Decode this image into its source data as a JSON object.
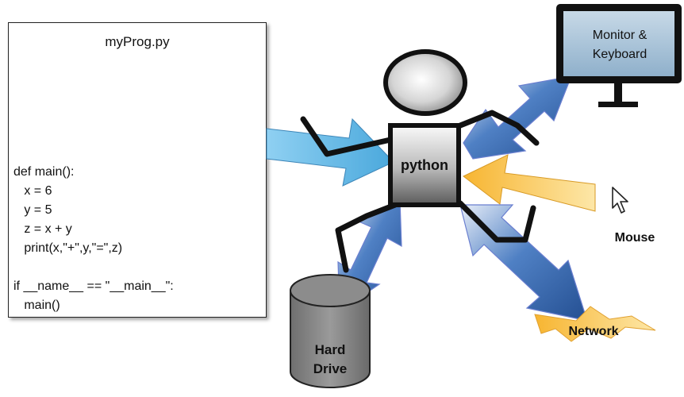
{
  "program": {
    "filename": "myProg.py",
    "code_lines": [
      "def main():",
      "   x = 6",
      "   y = 5",
      "   z = x + y",
      "   print(x,\"+\",y,\"=\",z)",
      "",
      "if __name__ == \"__main__\":",
      "   main()"
    ]
  },
  "labels": {
    "python": "python",
    "monitor_line1": "Monitor &",
    "monitor_line2": "Keyboard",
    "mouse": "Mouse",
    "network": "Network",
    "drive_line1": "Hard",
    "drive_line2": "Drive"
  },
  "colors": {
    "input_arrow": "#5bb8e6",
    "io_arrow": "#3f6fb5",
    "mouse_arrow": "#f7c24e",
    "network_bolt": "#f7c24e",
    "drive_gray": "#7a7a7a",
    "monitor_screen": "#a9c4da"
  }
}
